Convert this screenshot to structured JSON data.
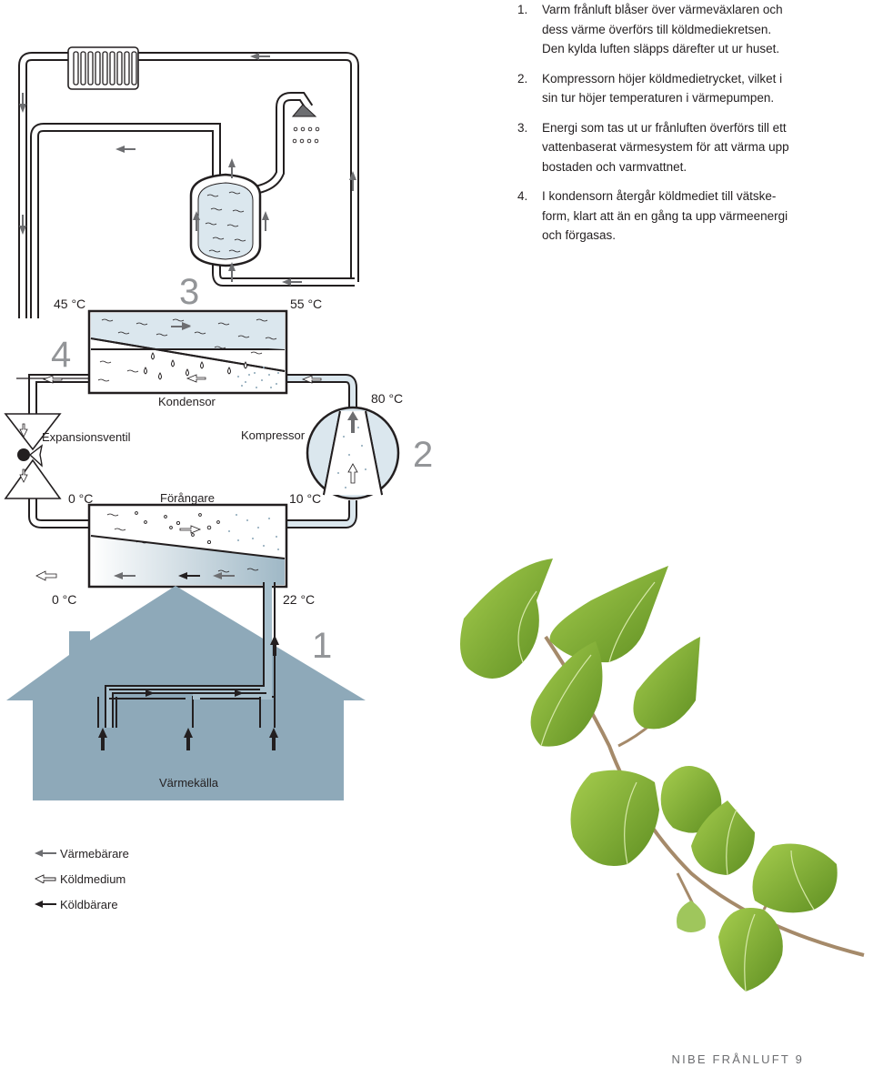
{
  "steps": [
    {
      "num": "1.",
      "text": "Varm frånluft blåser över värmeväxlaren och\ndess värme överförs till köldmediekretsen.\nDen kylda luften släpps därefter ut ur huset."
    },
    {
      "num": "2.",
      "text": "Kompressorn höjer köldmedietrycket, vilket i\nsin tur höjer temperaturen i värmepumpen."
    },
    {
      "num": "3.",
      "text": "Energi som tas ut ur frånluften överförs till ett\nvattenbaserat värmesystem för att värma upp\nbostaden och varmvattnet."
    },
    {
      "num": "4.",
      "text": "I kondensorn återgår köldmediet till vätske-\nform, klart att än en gång ta upp värmeenergi\noch förgasas."
    }
  ],
  "diagram": {
    "temps": {
      "t45": "45 °C",
      "t55": "55 °C",
      "t80": "80 °C",
      "t0_evap": "0 °C",
      "t10": "10 °C",
      "t0_out": "0 °C",
      "t22": "22 °C"
    },
    "step_numbers": {
      "n1": "1",
      "n2": "2",
      "n3": "3",
      "n4": "4"
    },
    "labels": {
      "kondensor": "Kondensor",
      "kompressor": "Kompressor",
      "expansionsventil": "Expansionsventil",
      "forangare": "Förångare",
      "varmekalla": "Värmekälla"
    },
    "colors": {
      "line": "#231f20",
      "water": "#dbe7ee",
      "house": "#8ea9b9",
      "air_pipe": "#a7bfcc",
      "grey_arrow": "#6d6e71",
      "dots": "#8aa6b6"
    }
  },
  "legend": [
    {
      "label": "Värmebärare",
      "style": "grey"
    },
    {
      "label": "Köldmedium",
      "style": "outline"
    },
    {
      "label": "Köldbärare",
      "style": "black"
    }
  ],
  "footer": {
    "text": "NIBE FRÅNLUFT 9"
  },
  "plant": {
    "icon": "ivy-plant-icon"
  }
}
